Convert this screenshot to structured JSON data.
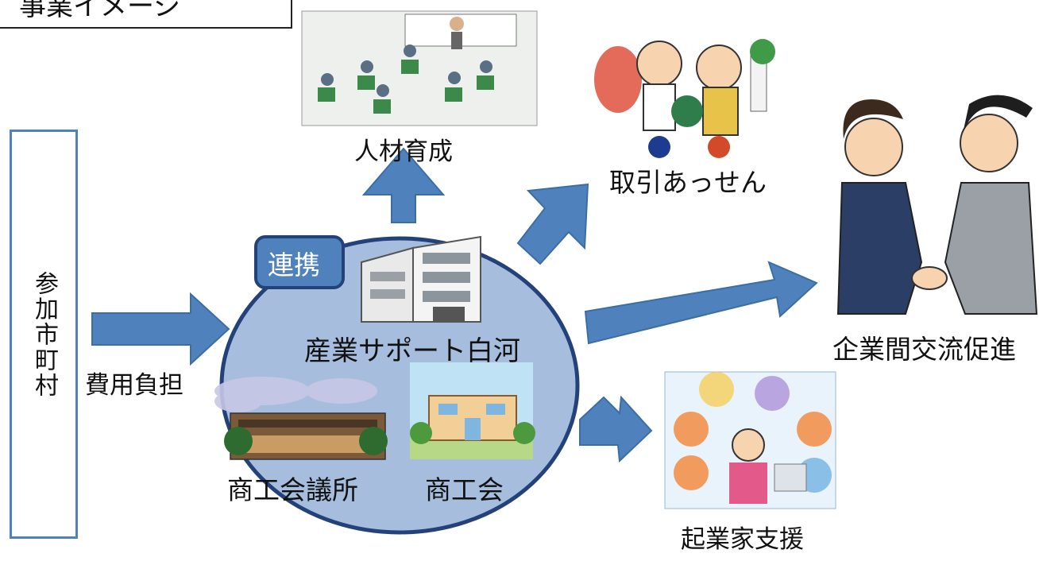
{
  "title": "事業イメージ",
  "municipality": "参加市町村",
  "cost_label": "費用負担",
  "collaboration_label": "連携",
  "center_org": "産業サポート白河",
  "org_chamber": "商工会議所",
  "org_commerce": "商工会",
  "outcomes": {
    "training": "人材育成",
    "trade": "取引あっせん",
    "exchange": "企業間交流促進",
    "startup": "起業家支援"
  },
  "colors": {
    "arrow": "#4f81bd",
    "arrow_edge": "#3a6ea5",
    "circle_fill": "#a6bddd",
    "circle_edge": "#24427a",
    "box_edge": "#4f81bd"
  }
}
